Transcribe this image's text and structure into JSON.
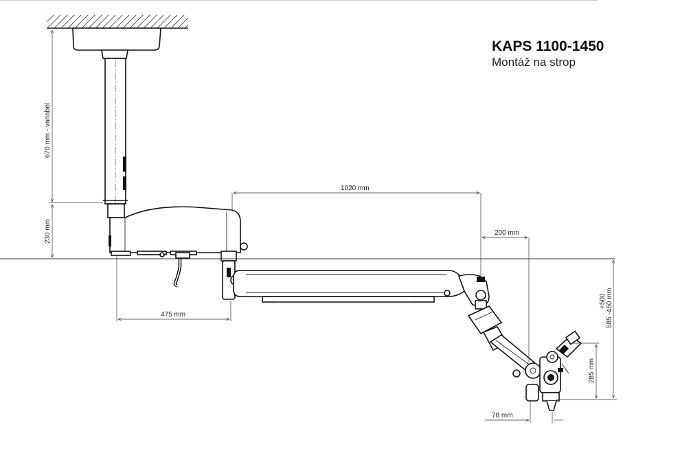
{
  "title": "KAPS 1100-1450",
  "subtitle": "Montáž na strop",
  "dimensions": {
    "ceiling_height": "670 mm - variabel",
    "mount_height": "230 mm",
    "arm_length": "1020 mm",
    "offset_200": "200 mm",
    "offset_475": "475 mm",
    "offset_78": "78 mm",
    "height_285": "285 mm",
    "range_plus": "+500",
    "range_main": "585 -450 mm"
  }
}
